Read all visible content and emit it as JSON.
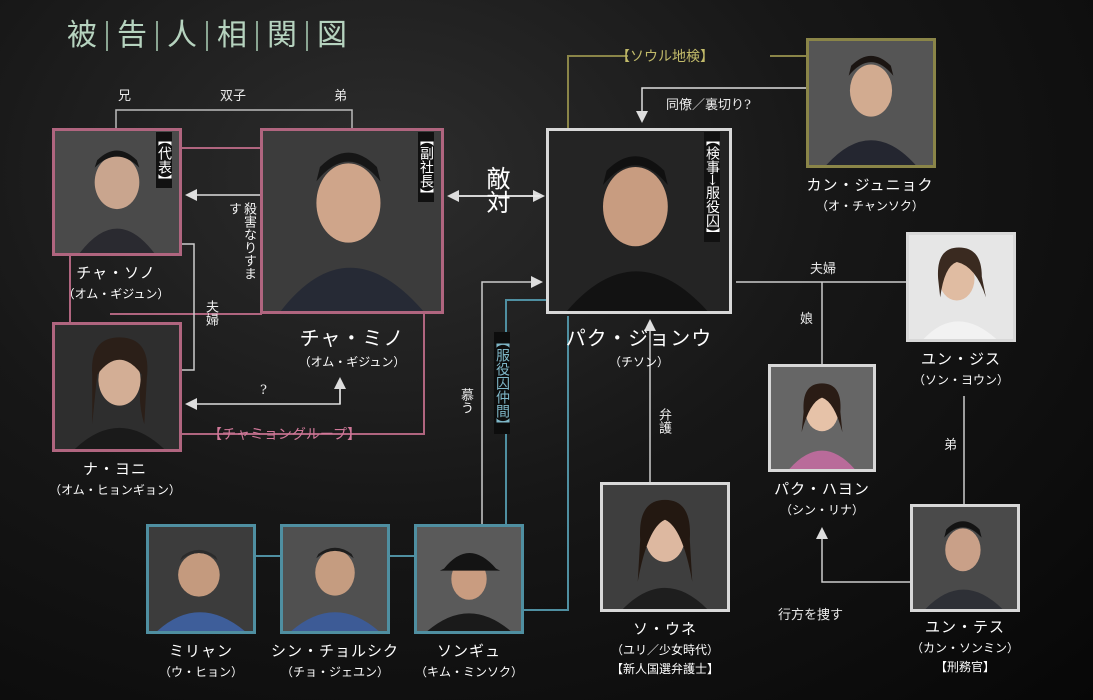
{
  "title": [
    "被",
    "告",
    "人",
    "相",
    "関",
    "図"
  ],
  "colors": {
    "pink": "#b0657f",
    "olive": "#8a8548",
    "blue": "#4f8fa1",
    "white": "#d8d8d8"
  },
  "people": {
    "soono": {
      "name": "チャ・ソノ",
      "actor": "（オム・ギジュン）",
      "tag": "【代表】"
    },
    "mino": {
      "name": "チャ・ミノ",
      "actor": "（オム・ギジュン）",
      "tag": "【副社長】"
    },
    "yoni": {
      "name": "ナ・ヨニ",
      "actor": "（オム・ヒョンギョン）"
    },
    "jeongwoo": {
      "name": "パク・ジョンウ",
      "actor": "（チソン）",
      "tag": "【検事→服役囚】"
    },
    "junhyuk": {
      "name": "カン・ジュニョク",
      "actor": "（オ・チャンソク）"
    },
    "jisu": {
      "name": "ユン・ジス",
      "actor": "（ソン・ヨウン）"
    },
    "hayeon": {
      "name": "パク・ハヨン",
      "actor": "（シン・リナ）"
    },
    "taesu": {
      "name": "ユン・テス",
      "actor": "（カン・ソンミン）",
      "role": "【刑務官】"
    },
    "une": {
      "name": "ソ・ウネ",
      "actor": "（ユリ／少女時代）",
      "role": "【新人国選弁護士】"
    },
    "milyang": {
      "name": "ミリャン",
      "actor": "（ウ・ヒョン）"
    },
    "cheolsik": {
      "name": "シン・チョルシク",
      "actor": "（チョ・ジェユン）"
    },
    "songyu": {
      "name": "ソンギュ",
      "actor": "（キム・ミンソク）"
    }
  },
  "relations": {
    "brother_older": "兄",
    "twins": "双子",
    "brother_younger": "弟",
    "murder": "殺害なりすます",
    "couple": "夫婦",
    "question": "?",
    "enemy": "敵対",
    "colleague": "同僚／裏切り?",
    "couple2": "夫婦",
    "daughter": "娘",
    "younger2": "弟",
    "adore": "慕う",
    "defend": "弁護",
    "search": "行方を捜す"
  },
  "groups": {
    "seoul": "【ソウル地検】",
    "chaming": "【チャミョングループ】",
    "inmates": "【服役囚仲間】"
  }
}
